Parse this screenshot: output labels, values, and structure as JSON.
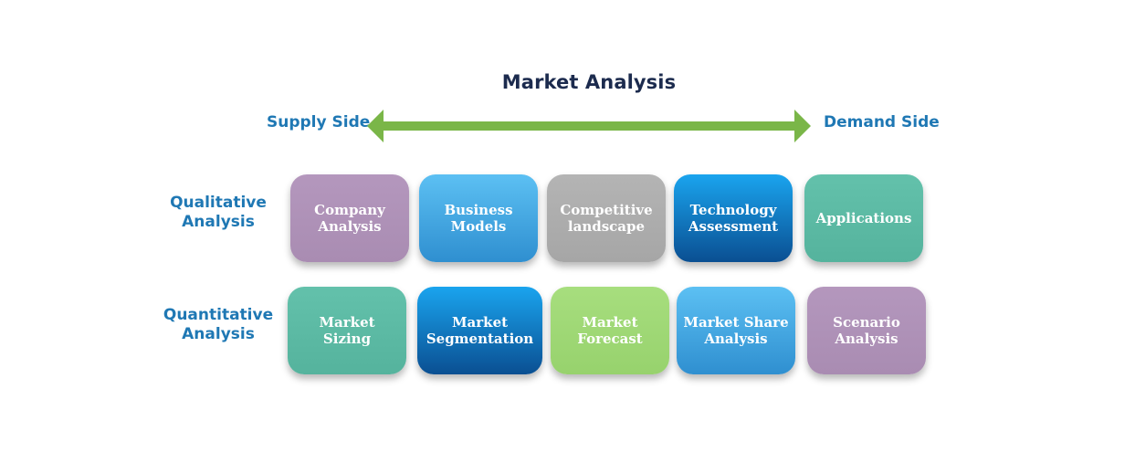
{
  "title": "Market Analysis",
  "supply_label": "Supply Side",
  "demand_label": "Demand Side",
  "rows": [
    {
      "label_line1": "Qualitative",
      "label_line2": "Analysis",
      "boxes": [
        {
          "line1": "Company",
          "line2": "Analysis",
          "color": "#ad90b6"
        },
        {
          "line1": "Business",
          "line2": "Models",
          "color": "#3ea6e2"
        },
        {
          "line1": "Competitive",
          "line2": "landscape",
          "color": "#acacac"
        },
        {
          "line1": "Technology",
          "line2": "Assessment",
          "color": "#0c66ad"
        },
        {
          "line1": "Applications",
          "line2": "",
          "color": "#5bbaa4"
        }
      ]
    },
    {
      "label_line1": "Quantitative",
      "label_line2": "Analysis",
      "boxes": [
        {
          "line1": "Market Sizing",
          "line2": "",
          "color": "#5bbaa4"
        },
        {
          "line1": "Market",
          "line2": "Segmentation",
          "color": "#0c66ad"
        },
        {
          "line1": "Market",
          "line2": "Forecast",
          "color": "#9dd873"
        },
        {
          "line1": "Market Share",
          "line2": "Analysis",
          "color": "#3ea6e2"
        },
        {
          "line1": "Scenario",
          "line2": "Analysis",
          "color": "#ad90b6"
        }
      ]
    }
  ],
  "colors": {
    "title": "#1c2b4e",
    "side_label": "#1f78b4",
    "arrow": "#7ab648"
  }
}
